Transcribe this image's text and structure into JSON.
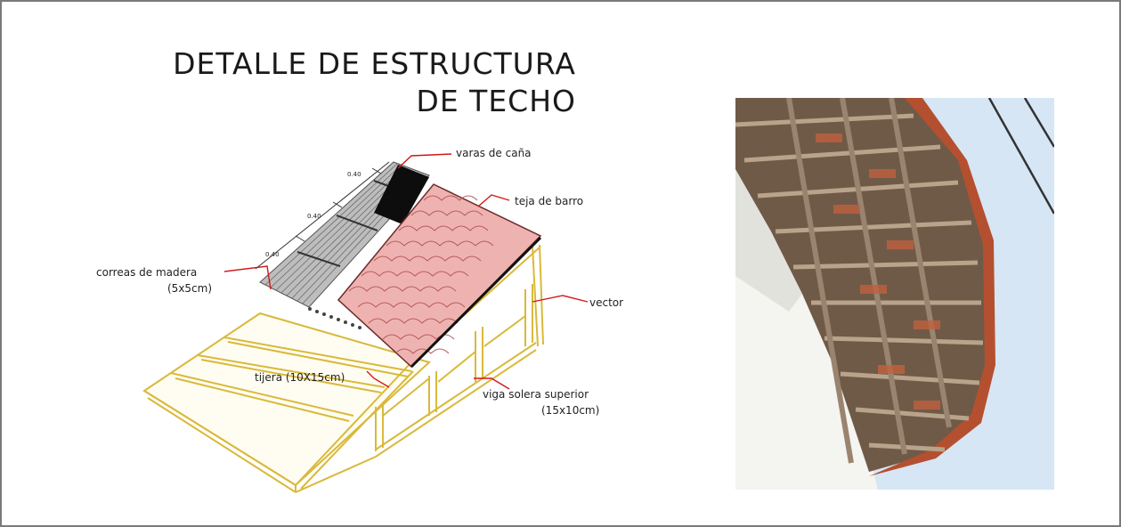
{
  "title": {
    "line1": "DETALLE DE ESTRUCTURA",
    "line2": "DE TECHO"
  },
  "labels": {
    "varas": "varas de caña",
    "teja": "teja de barro",
    "correas_line1": "correas de madera",
    "correas_line2": "(5x5cm)",
    "vector": "vector",
    "tijera": "tijera (10X15cm)",
    "viga_line1": "viga solera superior",
    "viga_line2": "(15x10cm)",
    "dim_1": "0.40",
    "dim_2": "0.40",
    "dim_3": "0.40"
  },
  "colors": {
    "wood": "#d9b93a",
    "tile": "#e8a3a0",
    "tile_line": "#b75a5a",
    "leader": "#d01818",
    "cane": "#9a9a9a",
    "sky": "#d6e6f5",
    "wall": "#f4f4f0"
  }
}
